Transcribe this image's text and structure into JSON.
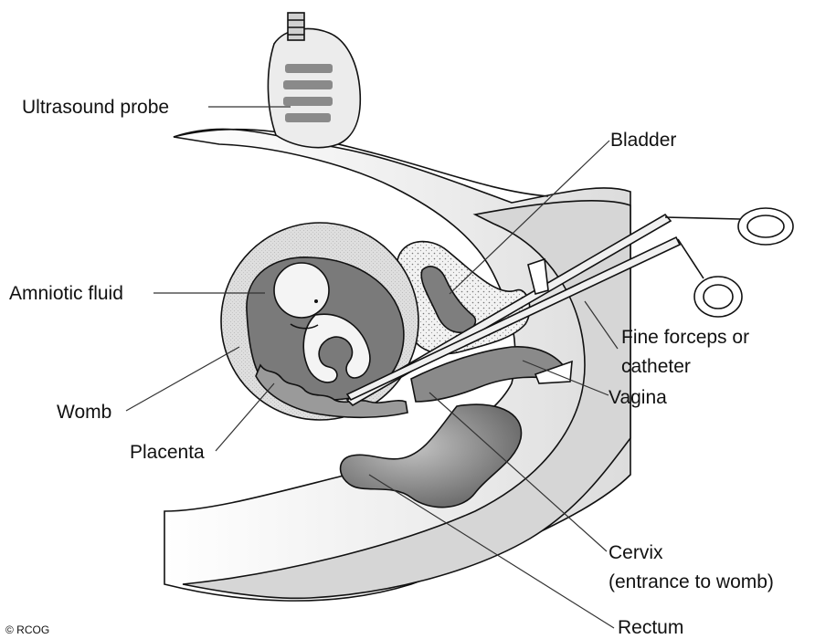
{
  "labels": {
    "ultrasound_probe": "Ultrasound probe",
    "bladder": "Bladder",
    "amniotic_fluid": "Amniotic fluid",
    "fine_forceps_line1": "Fine forceps or",
    "fine_forceps_line2": "catheter",
    "vagina": "Vagina",
    "womb": "Womb",
    "placenta": "Placenta",
    "cervix_line1": "Cervix",
    "cervix_line2": "(entrance to womb)",
    "rectum": "Rectum"
  },
  "copyright": "© RCOG",
  "colors": {
    "skin_light": "#e9e9e9",
    "tissue_mid": "#c8c8c8",
    "womb_wall": "#dcdcdc",
    "fluid_dark": "#7a7a7a",
    "fetus": "#f4f4f4",
    "rectum": "#8c8c8c",
    "outline": "#111111"
  }
}
